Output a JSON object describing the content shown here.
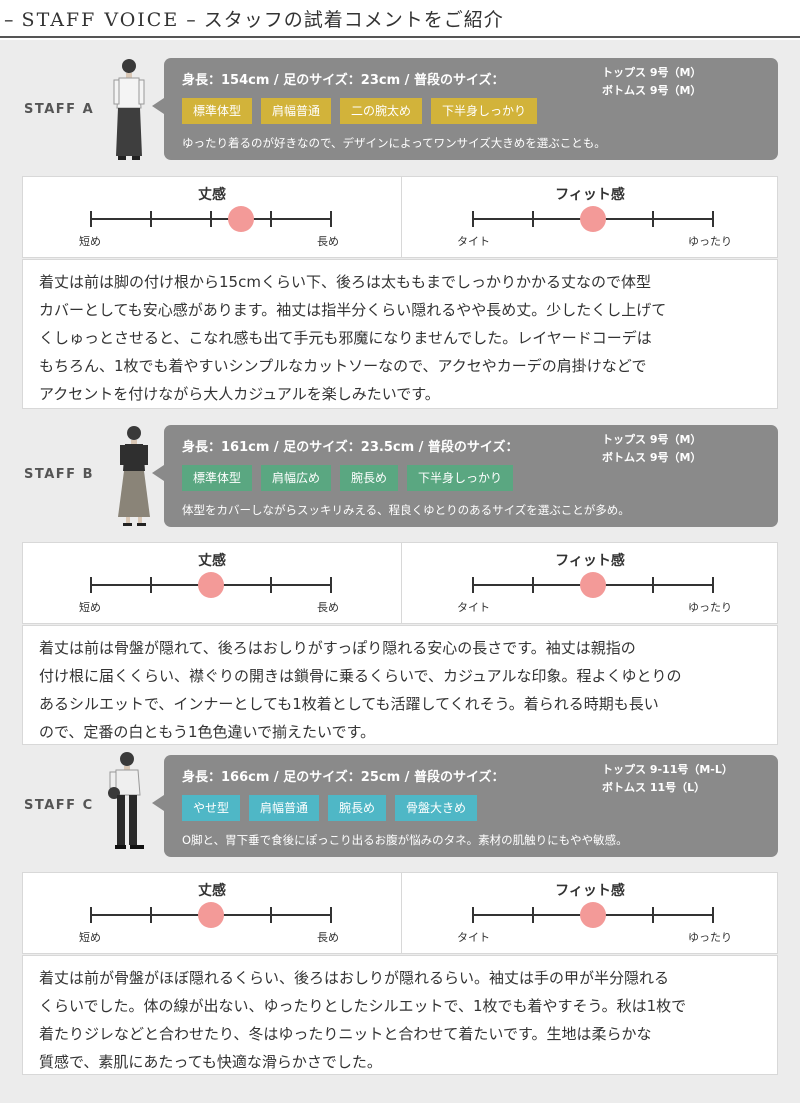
{
  "header": {
    "title_en": "STAFF VOICE",
    "title_jp": "スタッフの試着コメントをご紹介"
  },
  "scale_labels": {
    "length": {
      "title": "丈感",
      "left": "短め",
      "right": "長め"
    },
    "fit": {
      "title": "フィット感",
      "left": "タイト",
      "right": "ゆったり"
    }
  },
  "staff": [
    {
      "label": "STAFF A",
      "spec": "身長：154cm / 足のサイズ：23cm / 普段のサイズ：",
      "tops": "トップス 9号（M）",
      "bottoms": "ボトムス 9号（M）",
      "tag_color": "#d2b33a",
      "tags": [
        "標準体型",
        "肩幅普通",
        "二の腕太め",
        "下半身しっかり"
      ],
      "note": "ゆったり着るのが好きなので、デザインによってワンサイズ大きめを選ぶことも。",
      "length_level": 0.625,
      "fit_level": 0.5,
      "comment": [
        "着丈は前は脚の付け根から15cmくらい下、後ろは太ももまでしっかりかかる丈なので体型",
        "カバーとしても安心感があります。袖丈は指半分くらい隠れるやや長め丈。少したくし上げて",
        "くしゅっとさせると、こなれ感も出て手元も邪魔になりませんでした。レイヤードコーデは",
        "もちろん、1枚でも着やすいシンプルなカットソーなので、アクセやカーデの肩掛けなどで",
        "アクセントを付けながら大人カジュアルを楽しみたいです。"
      ]
    },
    {
      "label": "STAFF B",
      "spec": "身長：161cm / 足のサイズ：23.5cm / 普段のサイズ：",
      "tops": "トップス 9号（M）",
      "bottoms": "ボトムス 9号（M）",
      "tag_color": "#5aa781",
      "tags": [
        "標準体型",
        "肩幅広め",
        "腕長め",
        "下半身しっかり"
      ],
      "note": "体型をカバーしながらスッキリみえる、程良くゆとりのあるサイズを選ぶことが多め。",
      "length_level": 0.5,
      "fit_level": 0.5,
      "comment": [
        "着丈は前は骨盤が隠れて、後ろはおしりがすっぽり隠れる安心の長さです。袖丈は親指の",
        "付け根に届くくらい、襟ぐりの開きは鎖骨に乗るくらいで、カジュアルな印象。程よくゆとりの",
        "あるシルエットで、インナーとしても1枚着としても活躍してくれそう。着られる時期も長い",
        "ので、定番の白ともう1色色違いで揃えたいです。"
      ]
    },
    {
      "label": "STAFF C",
      "spec": "身長：166cm / 足のサイズ：25cm / 普段のサイズ：",
      "tops": "トップス 9-11号（M-L）",
      "bottoms": "ボトムス 11号（L）",
      "tag_color": "#4fb7c6",
      "tags": [
        "やせ型",
        "肩幅普通",
        "腕長め",
        "骨盤大きめ"
      ],
      "note": "O脚と、胃下垂で食後にぽっこり出るお腹が悩みのタネ。素材の肌触りにもやや敏感。",
      "length_level": 0.5,
      "fit_level": 0.5,
      "comment": [
        "着丈は前が骨盤がほぼ隠れるくらい、後ろはおしりが隠れるらい。袖丈は手の甲が半分隠れる",
        "くらいでした。体の線が出ない、ゆったりとしたシルエットで、1枚でも着やすそう。秋は1枚で",
        "着たりジレなどと合わせたり、冬はゆったりニットと合わせて着たいです。生地は柔らかな",
        "質感で、素肌にあたっても快適な滑らかさでした。"
      ]
    }
  ]
}
